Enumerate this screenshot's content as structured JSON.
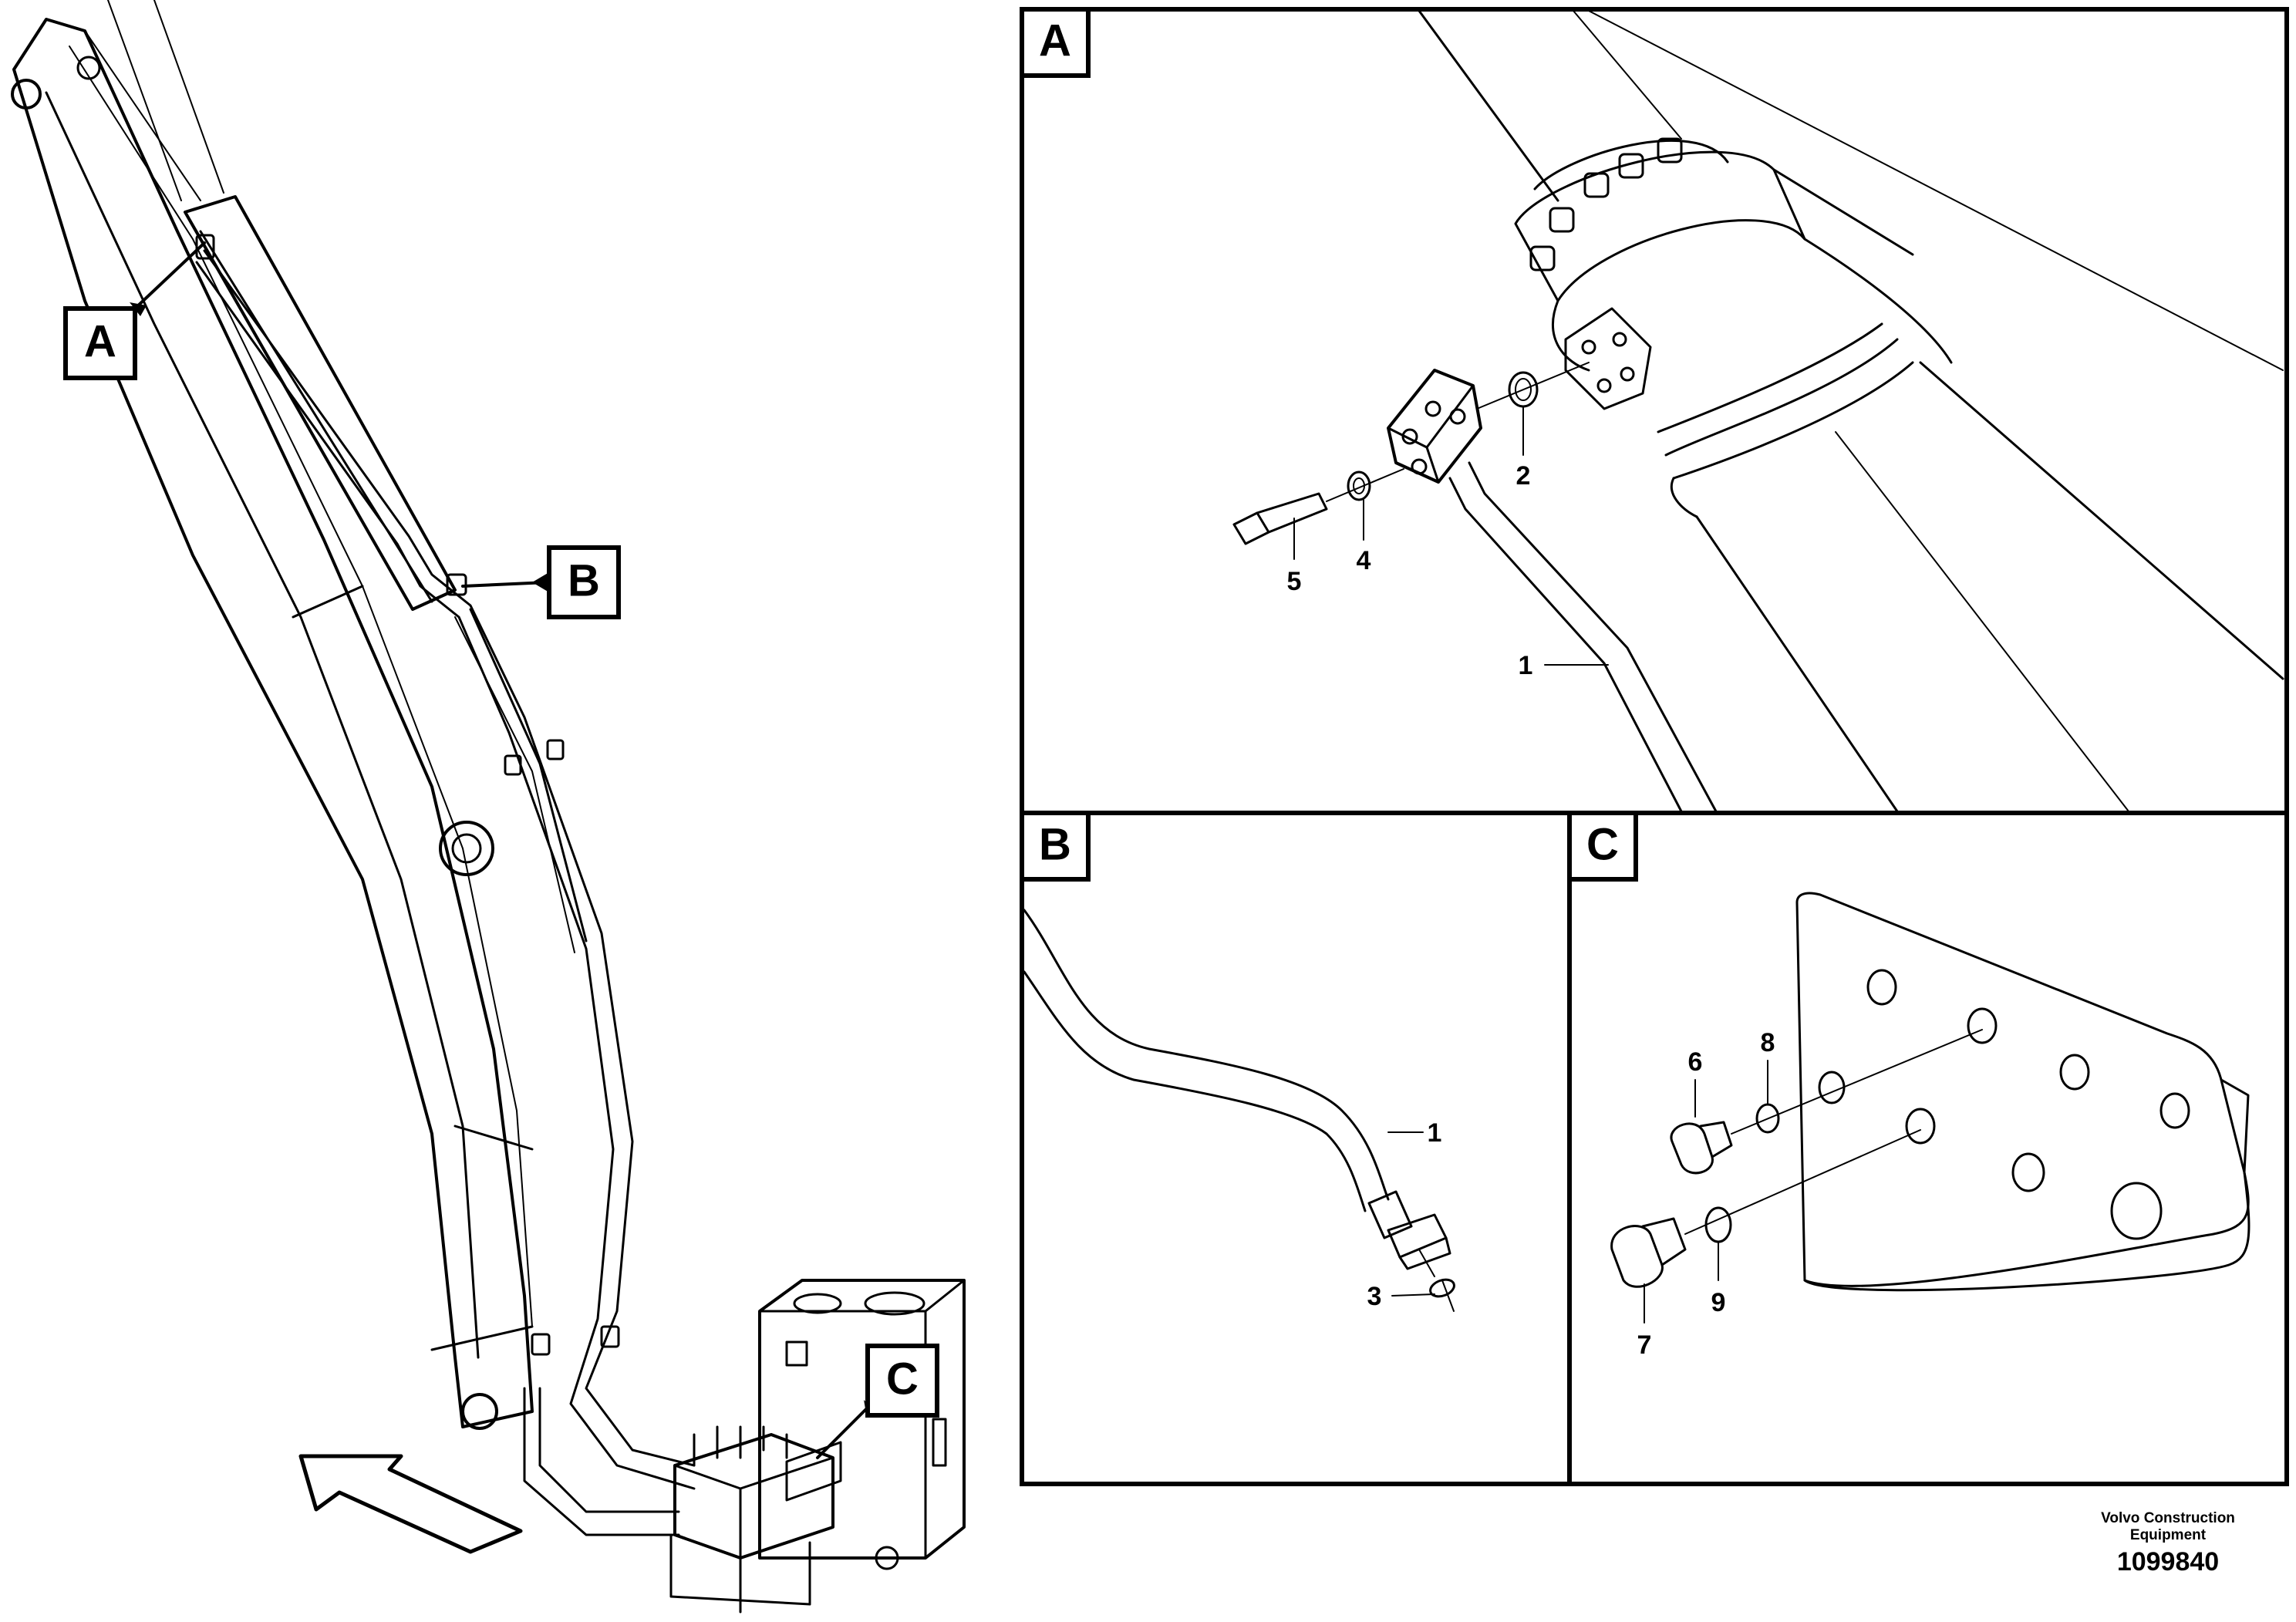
{
  "callouts": {
    "a": "A",
    "b": "B",
    "c": "C"
  },
  "panels": {
    "a": {
      "label": "A",
      "parts": {
        "p1": "1",
        "p2": "2",
        "p4": "4",
        "p5": "5"
      }
    },
    "b": {
      "label": "B",
      "parts": {
        "p1": "1",
        "p3": "3"
      }
    },
    "c": {
      "label": "C",
      "parts": {
        "p6": "6",
        "p7": "7",
        "p8": "8",
        "p9": "9"
      }
    }
  },
  "footer": {
    "company_line1": "Volvo Construction",
    "company_line2": "Equipment",
    "drawing_number": "1099840"
  }
}
